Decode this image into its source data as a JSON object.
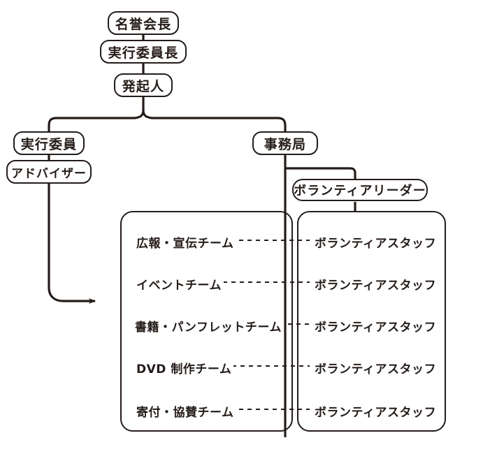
{
  "diagram": {
    "title": "organization-chart",
    "line_color": "#241c19",
    "background_color": "#ffffff",
    "nodes": {
      "honorary_chair": "名誉会長",
      "executive_chair": "実行委員長",
      "founder": "発起人",
      "committee_member": "実行委員",
      "advisor": "アドバイザー",
      "secretariat": "事務局",
      "volunteer_leader": "ボランティアリーダー"
    },
    "teams": [
      {
        "team": "広報・宣伝チーム",
        "staff": "ボランティアスタッフ"
      },
      {
        "team": "イベントチーム",
        "staff": "ボランティアスタッフ"
      },
      {
        "team": "書籍・パンフレットチーム",
        "staff": "ボランティアスタッフ"
      },
      {
        "team": "DVD 制作チーム",
        "staff": "ボランティアスタッフ"
      },
      {
        "team": "寄付・協賛チーム",
        "staff": "ボランティアスタッフ"
      }
    ]
  }
}
